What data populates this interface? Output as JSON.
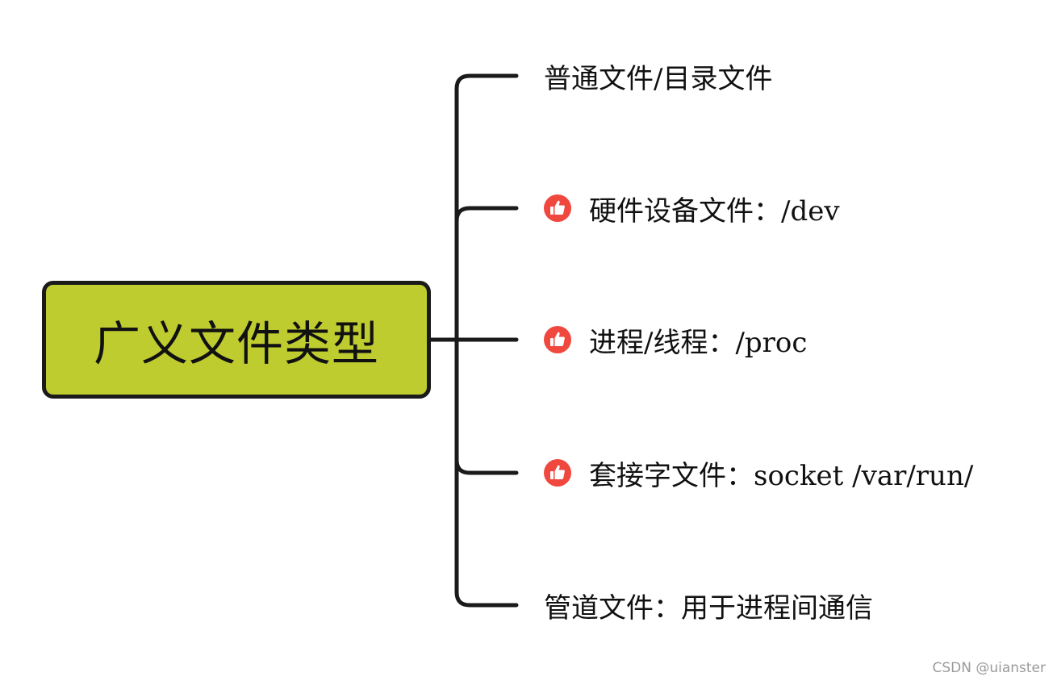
{
  "root": {
    "label": "广义文件类型",
    "fill_color": "#bfcc2f",
    "border_color": "#1a1a1a"
  },
  "branches": [
    {
      "label": "普通文件/目录文件",
      "icon": ""
    },
    {
      "label": "硬件设备文件：/dev",
      "icon": "thumbs-up-icon"
    },
    {
      "label": "进程/线程：/proc",
      "icon": "thumbs-up-icon"
    },
    {
      "label": "套接字文件：socket /var/run/",
      "icon": "thumbs-up-icon"
    },
    {
      "label": "管道文件：用于进程间通信",
      "icon": ""
    }
  ],
  "icon_color": "#f0483e",
  "connector_color": "#1a1a1a",
  "watermark": "CSDN @uianster"
}
